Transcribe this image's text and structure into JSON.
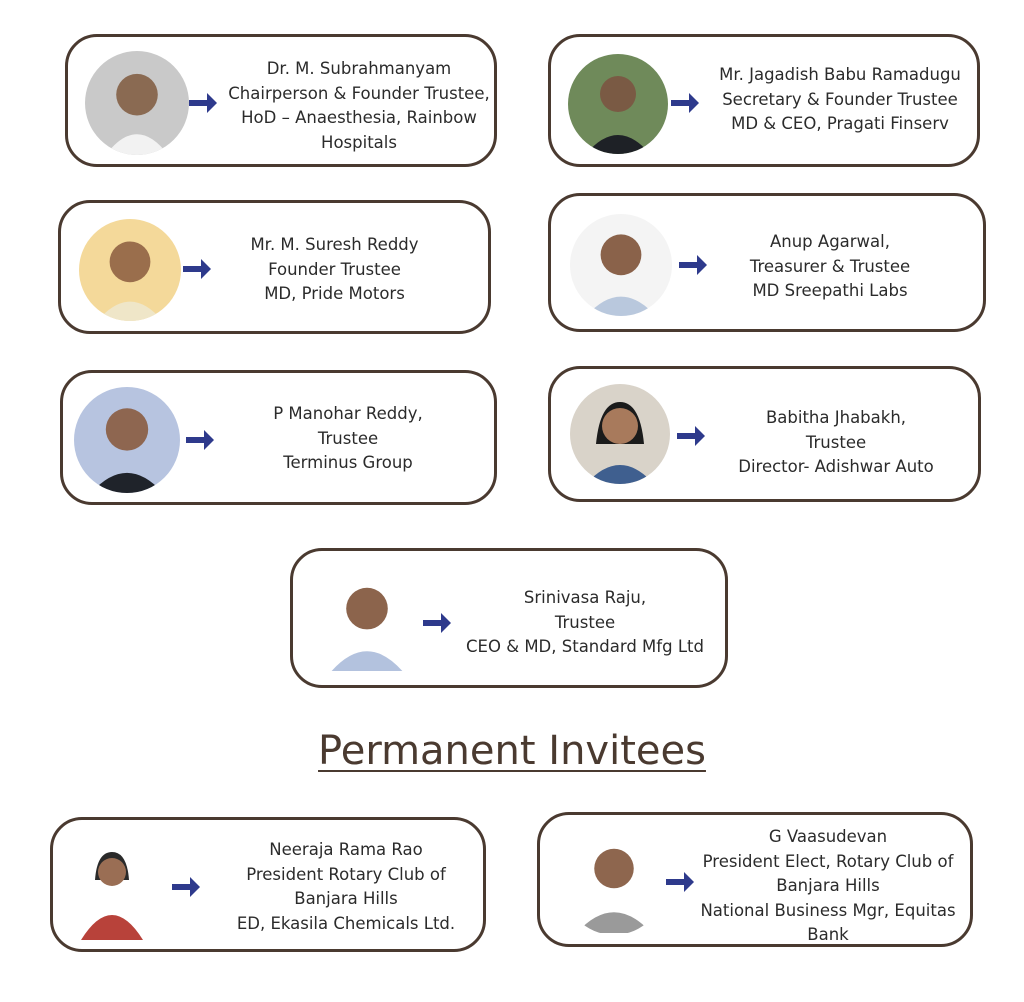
{
  "colors": {
    "card_border": "#4a3a30",
    "arrow": "#2e3a8c",
    "heading": "#4a3a30"
  },
  "icons": {
    "arrow": "arrow-right-icon",
    "portrait": "person-portrait-icon"
  },
  "trustees": [
    {
      "lines": [
        "Dr. M. Subrahmanyam",
        "Chairperson & Founder Trustee,",
        "HoD – Anaesthesia, Rainbow",
        "Hospitals"
      ]
    },
    {
      "lines": [
        "Mr. Jagadish Babu Ramadugu",
        "Secretary & Founder Trustee",
        "MD & CEO, Pragati Finserv"
      ]
    },
    {
      "lines": [
        "Mr. M. Suresh Reddy",
        "Founder Trustee",
        "MD, Pride Motors"
      ]
    },
    {
      "lines": [
        "Anup Agarwal,",
        "Treasurer & Trustee",
        "MD Sreepathi Labs"
      ]
    },
    {
      "lines": [
        "P Manohar Reddy,",
        "Trustee",
        "Terminus Group"
      ]
    },
    {
      "lines": [
        "Babitha Jhabakh,",
        "Trustee",
        "Director- Adishwar Auto"
      ]
    },
    {
      "lines": [
        "Srinivasa Raju,",
        "Trustee",
        "CEO & MD, Standard Mfg Ltd"
      ]
    }
  ],
  "section_heading": "Permanent Invitees",
  "invitees": [
    {
      "lines": [
        "Neeraja Rama Rao",
        "President Rotary Club of",
        "Banjara Hills",
        "ED, Ekasila Chemicals Ltd."
      ]
    },
    {
      "lines": [
        "G Vaasudevan",
        "President Elect, Rotary Club of",
        "Banjara Hills",
        "National Business Mgr, Equitas",
        "Bank"
      ]
    }
  ]
}
